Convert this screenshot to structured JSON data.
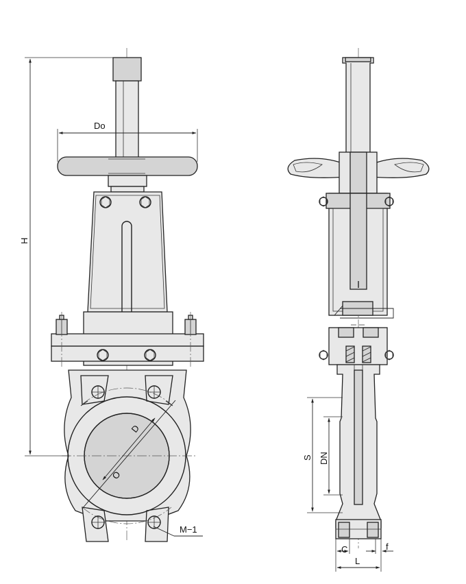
{
  "labels": {
    "handwheel_diameter": "Do",
    "overall_height": "H",
    "bore_diameter": "D",
    "bolt_circle": "O",
    "bolt_holes": "M−1",
    "stroke": "S",
    "nominal_diameter": "DN",
    "face_offset": "C",
    "flange_offset": "f",
    "face_to_face": "L"
  }
}
